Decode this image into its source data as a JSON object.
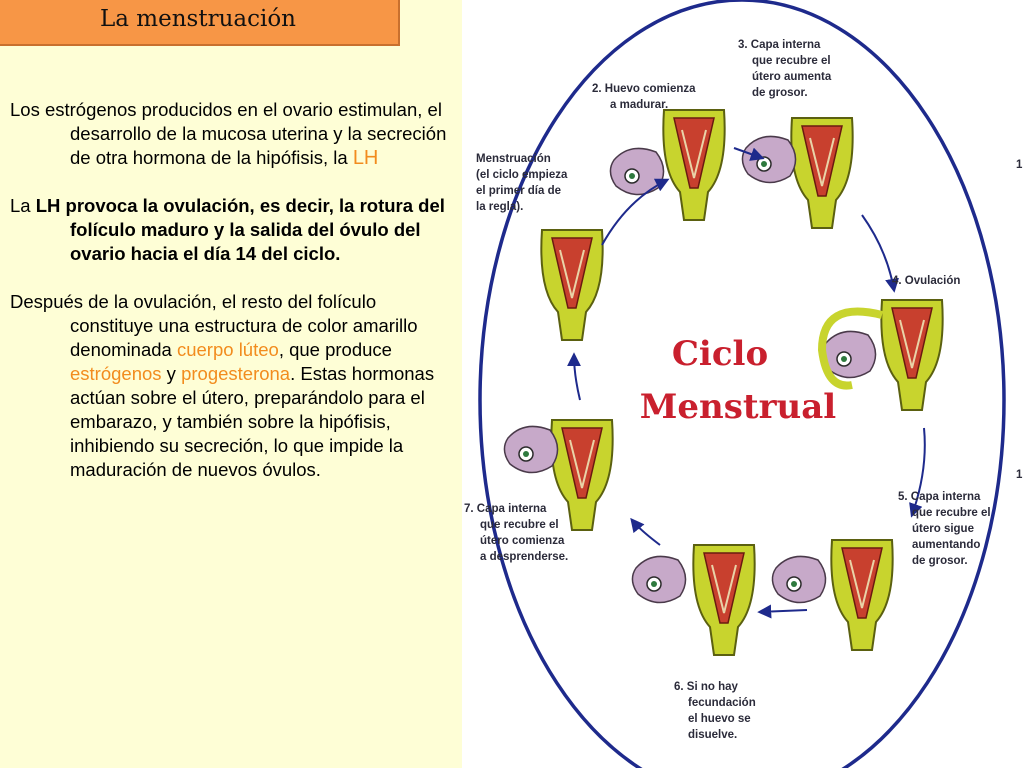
{
  "title": "La menstruación",
  "colors": {
    "title_bar": "#F79646",
    "background": "#FEFED6",
    "highlight": "#F28C1E",
    "circle": "#1E2A8C",
    "uterus": "#C8D42E",
    "uterus_lining": "#C8402E",
    "center_text": "#C9202E"
  },
  "text": {
    "p1_main": "Los estrógenos producidos en el ovario estimulan,  el desarrollo de la mucosa uterina y la secreción de otra hormona de la hipófisis, la ",
    "p1_hl": "LH",
    "p2_lead": "La ",
    "p2_bold": "LH provoca la ovulación, es decir, la rotura del folículo maduro y la salida del óvulo del ovario hacia el día 14 del ciclo.",
    "p3_a": "Después de la ovulación, el resto del folículo constituye una estructura de color amarillo denominada ",
    "p3_hl1": "cuerpo lúteo",
    "p3_b": ", que produce ",
    "p3_hl2": "estrógenos",
    "p3_c": " y ",
    "p3_hl3": "progesterona",
    "p3_d": ". Estas hormonas actúan sobre el útero, preparándolo para el embarazo, y también sobre la hipófisis, inhibiendo su secreción, lo que impide la maduración de nuevos óvulos."
  },
  "diagram": {
    "center_line1": "Ciclo",
    "center_line2": "Menstrual",
    "stages": [
      {
        "lines": [
          "Menstruación",
          "(el ciclo empieza",
          "el primer día de",
          "la regla)."
        ]
      },
      {
        "lines": [
          "2. Huevo comienza",
          "a madurar."
        ]
      },
      {
        "lines": [
          "3. Capa interna",
          "que recubre el",
          "útero aumenta",
          "de grosor."
        ]
      },
      {
        "lines": [
          "4. Ovulación"
        ]
      },
      {
        "lines": [
          "5. Capa interna",
          "que recubre el",
          "útero sigue",
          "aumentando",
          "de grosor."
        ]
      },
      {
        "lines": [
          "6. Si no hay",
          "fecundación",
          "el huevo se",
          "disuelve."
        ]
      },
      {
        "lines": [
          "7. Capa interna",
          "que recubre el",
          "útero comienza",
          "a desprenderse."
        ]
      }
    ],
    "edge_marks": [
      "1",
      "1"
    ]
  }
}
